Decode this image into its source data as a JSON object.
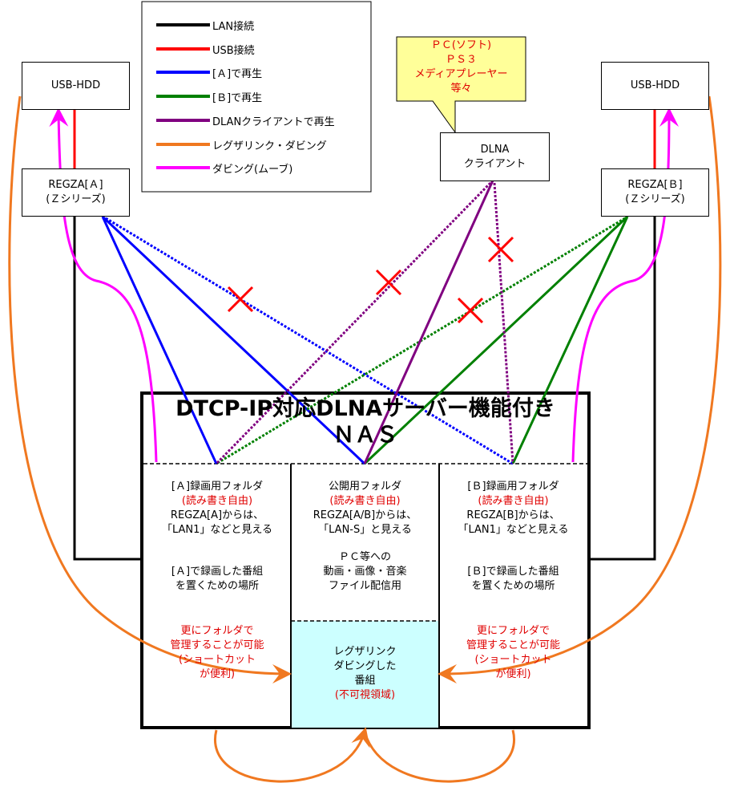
{
  "legend": {
    "items": [
      {
        "label": "LAN接続",
        "color": "#000000"
      },
      {
        "label": "USB接続",
        "color": "#ff0000"
      },
      {
        "label": "[Ａ]で再生",
        "color": "#0000ff"
      },
      {
        "label": "[Ｂ]で再生",
        "color": "#008000"
      },
      {
        "label": "DLANクライアントで再生",
        "color": "#800080"
      },
      {
        "label": "レグザリンク・ダビング",
        "color": "#f07820"
      },
      {
        "label": "ダビング(ムーブ)",
        "color": "#ff00ff"
      }
    ]
  },
  "devices": {
    "usb_hdd_left": "USB-HDD",
    "usb_hdd_right": "USB-HDD",
    "regza_a": [
      "REGZA[Ａ]",
      "(Ｚシリーズ)"
    ],
    "regza_b": [
      "REGZA[Ｂ]",
      "(Ｚシリーズ)"
    ],
    "dlna_client": [
      "DLNA",
      "クライアント"
    ]
  },
  "callout": [
    "ＰＣ(ソフト)",
    "ＰＳ３",
    "メディアプレーヤー",
    "等々"
  ],
  "nas": {
    "title": "DTCP-IP対応DLNAサーバー機能付き",
    "subtitle": "ＮＡＳ",
    "folder_a": {
      "lines": [
        "[Ａ]録画用フォルダ",
        "(読み書き自由)",
        "REGZA[A]からは、",
        "「LAN1」などと見える"
      ],
      "desc": [
        "[Ａ]で録画した番組",
        "を置くための場所"
      ],
      "note": [
        "更にフォルダで",
        "管理することが可能",
        "(ショートカット",
        "が便利)"
      ]
    },
    "public": {
      "lines": [
        "公開用フォルダ",
        "(読み書き自由)",
        "REGZA[A/B]からは、",
        "「LAN-S」と見える"
      ],
      "desc": [
        "ＰＣ等への",
        "動画・画像・音楽",
        "ファイル配信用"
      ]
    },
    "folder_b": {
      "lines": [
        "[Ｂ]録画用フォルダ",
        "(読み書き自由)",
        "REGZA[B]からは、",
        "「LAN1」などと見える"
      ],
      "desc": [
        "[Ｂ]で録画した番組",
        "を置くための場所"
      ],
      "note": [
        "更にフォルダで",
        "管理することが可能",
        "(ショートカット",
        "が便利)"
      ]
    },
    "hidden": [
      "レグザリンク",
      "ダビングした",
      "番組",
      "(不可視領域)"
    ]
  },
  "colors": {
    "hidden_bg": "#ccffff",
    "callout_bg": "#ffff99",
    "note_red": "#e00000"
  }
}
